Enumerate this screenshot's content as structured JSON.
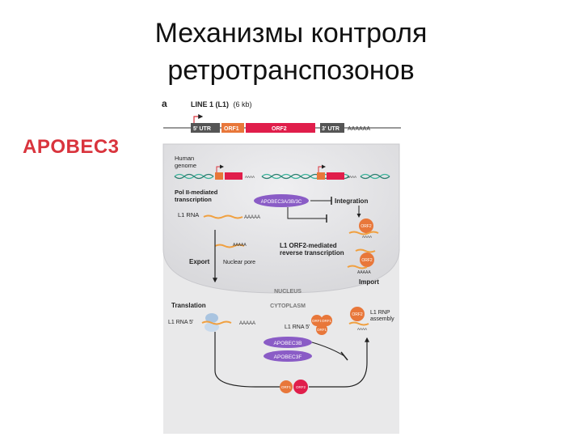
{
  "slide": {
    "title_line1": "Механизмы контроля",
    "title_line2": "ретротранспозонов",
    "side_label": "APOBEC3"
  },
  "figure": {
    "panel_letter": "a",
    "line1_title": "LINE 1 (L1)",
    "line1_size": "(6 kb)",
    "utr5": "5' UTR",
    "orf1": "ORF1",
    "orf2": "ORF2",
    "utr3": "3' UTR",
    "polya": "AAAAAA",
    "human_genome": "Human genome",
    "polII": "Pol II-mediated transcription",
    "apobec_a3a": "APOBEC3A/3B/3C",
    "integration": "Integration",
    "l1_rna": "L1 RNA",
    "aaaaa": "AAAAA",
    "orf2_small": "ORF2",
    "l1_orf2_rt": "L1 ORF2-mediated reverse transcription",
    "export": "Export",
    "nuclear_pore": "Nuclear pore",
    "import": "Import",
    "nucleus": "NUCLEUS",
    "cytoplasm": "CYTOPLASM",
    "translation": "Translation",
    "l1_rna_5": "L1 RNA 5'",
    "orf1_small": "ORF1",
    "l1_rnp": "L1 RNP assembly",
    "apobec3b": "APOBEC3B",
    "apobec3f": "APOBEC3F"
  },
  "colors": {
    "title": "#111111",
    "side_label": "#d9343d",
    "orf1": "#e8773a",
    "orf2": "#e01e4b",
    "utr": "#555555",
    "apobec": "#8a5cc6",
    "rna": "#f0a040",
    "dna": "#3bb39a",
    "nucleus": "#e6e6e8"
  }
}
